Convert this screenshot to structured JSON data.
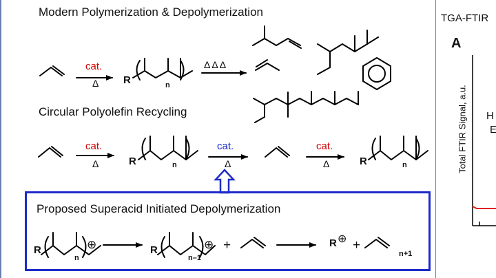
{
  "titles": {
    "modern": "Modern Polymerization & Depolymerization",
    "circular": "Circular Polyolefin Recycling",
    "proposed": "Proposed Superacid Initiated Depolymerization"
  },
  "conditions": {
    "cat": "cat.",
    "heat": "Δ",
    "triple_heat": "ΔΔΔ"
  },
  "labels": {
    "R": "R",
    "n": "n",
    "n_minus_1": "n–1",
    "n_plus_1": "n+1",
    "plus": "+",
    "cation": "⊕"
  },
  "side_panel": {
    "title": "TGA-FTIR",
    "panel_letter": "A",
    "y_axis_label": "Total FTIR Signal, a.u.",
    "cut_text_1": "H",
    "cut_text_2": "E"
  },
  "colors": {
    "cat_red": "#d40000",
    "cat_blue": "#1c2bc8",
    "box_blue": "#1c2bc8",
    "trace_red": "#e02020"
  }
}
